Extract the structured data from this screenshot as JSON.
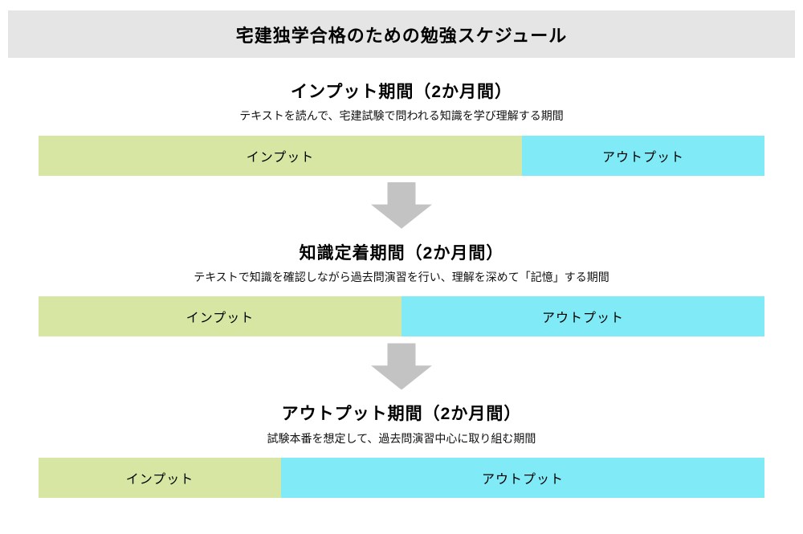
{
  "header": {
    "title": "宅建独学合格のための勉強スケジュール"
  },
  "colors": {
    "header_bg": "#e5e5e5",
    "input": "#d7e6a2",
    "output": "#80ebf6",
    "arrow": "#c3c3c3"
  },
  "sections": [
    {
      "title": "インプット期間（2か月間）",
      "subtitle": "テキストを読んで、宅建試験で問われる知識を学び理解する期間",
      "segments": [
        {
          "label": "インプット",
          "type": "input",
          "percent": 66.6
        },
        {
          "label": "アウトプット",
          "type": "output",
          "percent": 33.4
        }
      ]
    },
    {
      "title": "知識定着期間（2か月間）",
      "subtitle": "テキストで知識を確認しながら過去問演習を行い、理解を深めて「記憶」する期間",
      "segments": [
        {
          "label": "インプット",
          "type": "input",
          "percent": 50
        },
        {
          "label": "アウトプット",
          "type": "output",
          "percent": 50
        }
      ]
    },
    {
      "title": "アウトプット期間（2か月間）",
      "subtitle": "試験本番を想定して、過去問演習中心に取り組む期間",
      "segments": [
        {
          "label": "インプット",
          "type": "input",
          "percent": 33.4
        },
        {
          "label": "アウトプット",
          "type": "output",
          "percent": 66.6
        }
      ]
    }
  ],
  "chart_data": {
    "type": "bar",
    "orientation": "horizontal-stacked",
    "title": "宅建独学合格のための勉強スケジュール",
    "categories": [
      "インプット期間（2か月間）",
      "知識定着期間（2か月間）",
      "アウトプット期間（2か月間）"
    ],
    "series": [
      {
        "name": "インプット",
        "values": [
          66.6,
          50,
          33.4
        ]
      },
      {
        "name": "アウトプット",
        "values": [
          33.4,
          50,
          66.6
        ]
      }
    ],
    "unit": "percent"
  }
}
